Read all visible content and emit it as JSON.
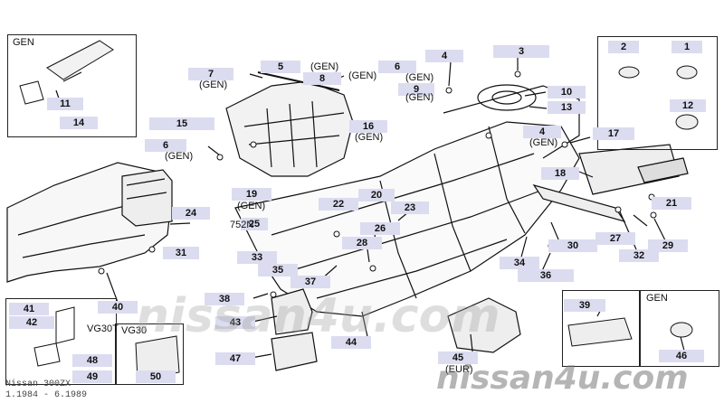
{
  "boxes": {
    "gen_top_left": "GEN",
    "gen_bottom_right": "GEN",
    "vg30t": "VG30T",
    "vg30": "VG30"
  },
  "labels": {
    "p1": "1",
    "p2": "2",
    "p3": "3",
    "p4a": "4",
    "p4b": "4",
    "p5": "5",
    "p6a": "6",
    "p6b": "6",
    "p7": "7",
    "p8": "8",
    "p9": "9",
    "p10": "10",
    "p11": "11",
    "p12": "12",
    "p13": "13",
    "p14": "14",
    "p15": "15",
    "p16": "16",
    "p17": "17",
    "p18": "18",
    "p19": "19",
    "p20": "20",
    "p21": "21",
    "p22": "22",
    "p23": "23",
    "p24": "24",
    "p25": "25",
    "p26": "26",
    "p27": "27",
    "p28": "28",
    "p29": "29",
    "p30": "30",
    "p31": "31",
    "p32": "32",
    "p33": "33",
    "p34": "34",
    "p35": "35",
    "p36": "36",
    "p37": "37",
    "p38": "38",
    "p39": "39",
    "p40": "40",
    "p41": "41",
    "p42": "42",
    "p43": "43",
    "p44": "44",
    "p45": "45",
    "p46": "46",
    "p47": "47",
    "p48": "48",
    "p49": "49",
    "p50": "50"
  },
  "sub_labels": {
    "gen_5": "(GEN)",
    "gen_6": "(GEN)",
    "gen_7": "(GEN)",
    "gen_9": "(GEN)",
    "gen_9b": "(GEN)",
    "gen_16": "(GEN)",
    "gen_6b": "(GEN)",
    "gen_4b": "(GEN)",
    "gen_19": "(GEN)",
    "eur_45": "(EUR)",
    "p752": "752N"
  },
  "watermark": {
    "center": "nissan4u.com",
    "corner": "nissan4u.com"
  },
  "footer": {
    "model": "Nissan 300ZX",
    "years": "1.1984 - 6.1989"
  }
}
